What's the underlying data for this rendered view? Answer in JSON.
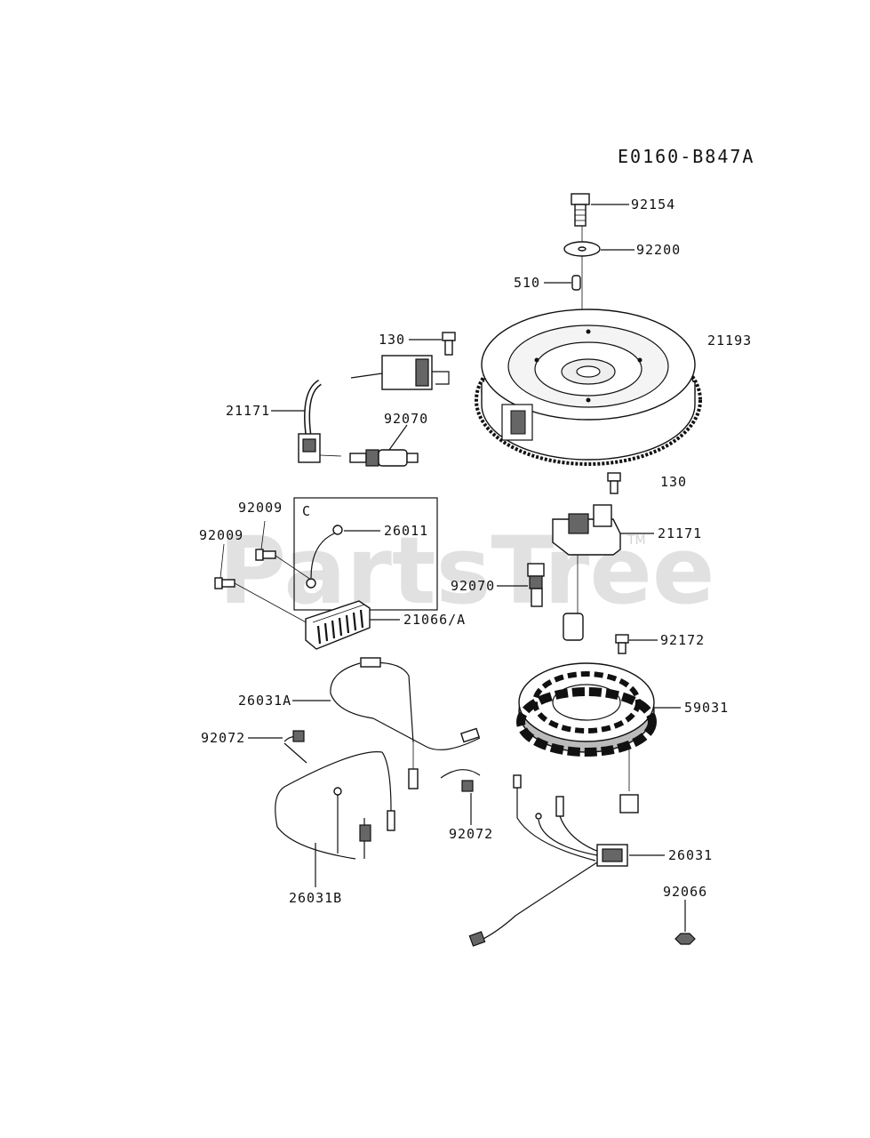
{
  "diagram": {
    "code": "E0160-B847A",
    "watermark": "PartsTree",
    "trademark": "TM"
  },
  "parts": {
    "p92154": "92154",
    "p92200": "92200",
    "p510": "510",
    "p21193": "21193",
    "p130_top": "130",
    "p21171_top": "21171",
    "p92070_top": "92070",
    "p130_mid": "130",
    "p21171_mid": "21171",
    "p92009_a": "92009",
    "p92009_b": "92009",
    "box_letter": "C",
    "p26011": "26011",
    "p21066": "21066/A",
    "p92070_mid": "92070",
    "p92172": "92172",
    "p26031A": "26031A",
    "p59031": "59031",
    "p92072_left": "92072",
    "p92072_mid": "92072",
    "p26031": "26031",
    "p26031B": "26031B",
    "p92066": "92066"
  }
}
